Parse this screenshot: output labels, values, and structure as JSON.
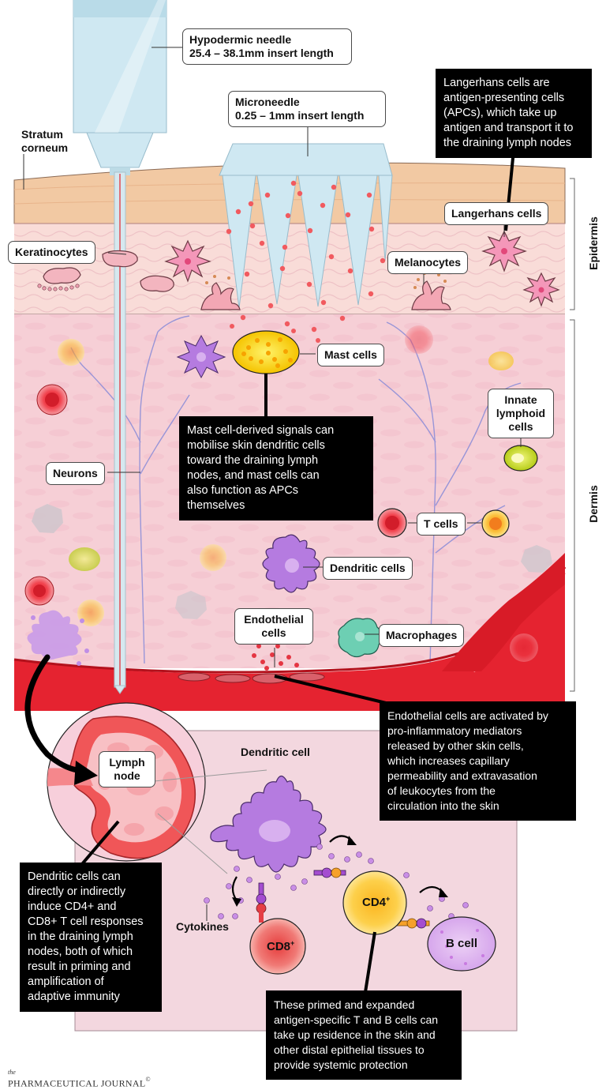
{
  "labels": {
    "hypodermic_needle": [
      "Hypodermic needle",
      "25.4 – 38.1mm insert length"
    ],
    "microneedle": [
      "Microneedle",
      "0.25 – 1mm insert length"
    ],
    "stratum_corneum": [
      "Stratum",
      "corneum"
    ],
    "keratinocytes": "Keratinocytes",
    "langerhans_cells": "Langerhans cells",
    "melanocytes": "Melanocytes",
    "mast_cells": "Mast cells",
    "innate_lymphoid_cells": [
      "Innate",
      "lymphoid",
      "cells"
    ],
    "neurons": "Neurons",
    "t_cells": "T cells",
    "dendritic_cells": "Dendritic cells",
    "endothelial_cells": [
      "Endothelial",
      "cells"
    ],
    "macrophages": "Macrophages",
    "lymph_node": [
      "Lymph",
      "node"
    ],
    "dendritic_cell": "Dendritic cell",
    "cytokines": "Cytokines",
    "cd4": "CD4",
    "cd8": "CD8",
    "plus": "+",
    "b_cell": "B cell",
    "epidermis": "Epidermis",
    "dermis": "Dermis"
  },
  "notes": {
    "langerhans": [
      "Langerhans cells are",
      "antigen-presenting cells",
      "(APCs), which take up",
      "antigen and transport it to",
      "the draining lymph nodes"
    ],
    "mast": [
      "Mast cell-derived signals can",
      "mobilise skin dendritic cells",
      "toward the draining lymph",
      "nodes, and mast cells can",
      "also function as APCs",
      "themselves"
    ],
    "endothelial": [
      "Endothelial cells are activated by",
      "pro-inflammatory mediators",
      "released by other skin cells,",
      "which increases capillary",
      "permeability and extravasation",
      "of leukocytes from the",
      "circulation into the skin"
    ],
    "dendritic": [
      "Dendritic cells can",
      "directly or indirectly",
      "induce CD4+ and",
      "CD8+ T cell responses",
      "in the draining lymph",
      "nodes, both of which",
      "result in priming and",
      "amplification of",
      "adaptive immunity"
    ],
    "primed": [
      "These primed and expanded",
      "antigen-specific T and B cells can",
      "take up residence in the skin and",
      "other distal epithelial tissues to",
      "provide systemic protection"
    ]
  },
  "logo": {
    "small": "the",
    "main": "PHARMACEUTICAL JOURNAL",
    "mark": "©"
  },
  "colors": {
    "stratum": "#f2c9a3",
    "epidermis": "#f9dcd8",
    "dermis": "#f6cfd6",
    "blood": "#e52330",
    "needle": "#cfe8f2",
    "dendritic": "#b57be0",
    "panel": "#f3d7df",
    "note_bg": "#000000"
  }
}
